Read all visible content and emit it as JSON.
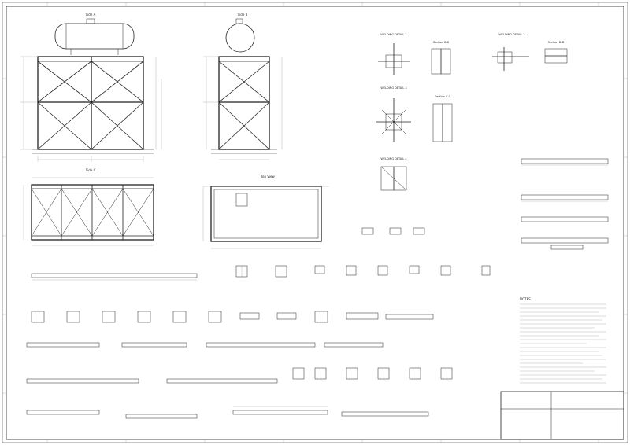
{
  "drawing": {
    "elevation_front": "Side A",
    "elevation_side": "Side B",
    "plan_top": "Side C",
    "plan_bottom": "Top View",
    "details": {
      "d1": "WELDING DETAIL 1",
      "d2": "WELDING DETAIL 2",
      "d3": "WELDING DETAIL 3",
      "d4": "WELDING DETAIL 4",
      "sec_bb": "Section B-B",
      "sec_cc": "Section C-C",
      "sec_dd": "Section D-D"
    },
    "notes_title": "NOTES"
  },
  "colors": {
    "line": "#222222",
    "paper": "#ffffff"
  }
}
